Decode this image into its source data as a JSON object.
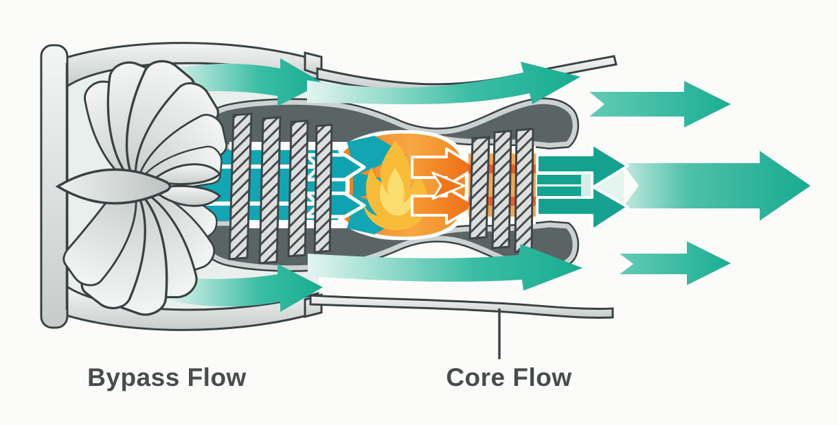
{
  "diagram": {
    "type": "turbofan-engine-cross-section",
    "labels": {
      "bypass_flow": "Bypass Flow",
      "core_flow": "Core Flow"
    },
    "colors": {
      "background": "#fbfbfa",
      "bypass_teal": "#17ab92",
      "bypass_teal_light": "#e3f4ef",
      "core_cyan": "#12a6b4",
      "combustion_orange": "#f1821f",
      "flame_yellow": "#f9bc38",
      "flame_inner_yellow": "#fcdd70",
      "hot_band_orange": "#ee5a20",
      "casing_dark": "#5b6465",
      "casing_trim": "#ccd2d1",
      "metal_light": "#dfe2e1",
      "outline_dark": "#3a4142",
      "label_text": "#474c4d"
    }
  }
}
